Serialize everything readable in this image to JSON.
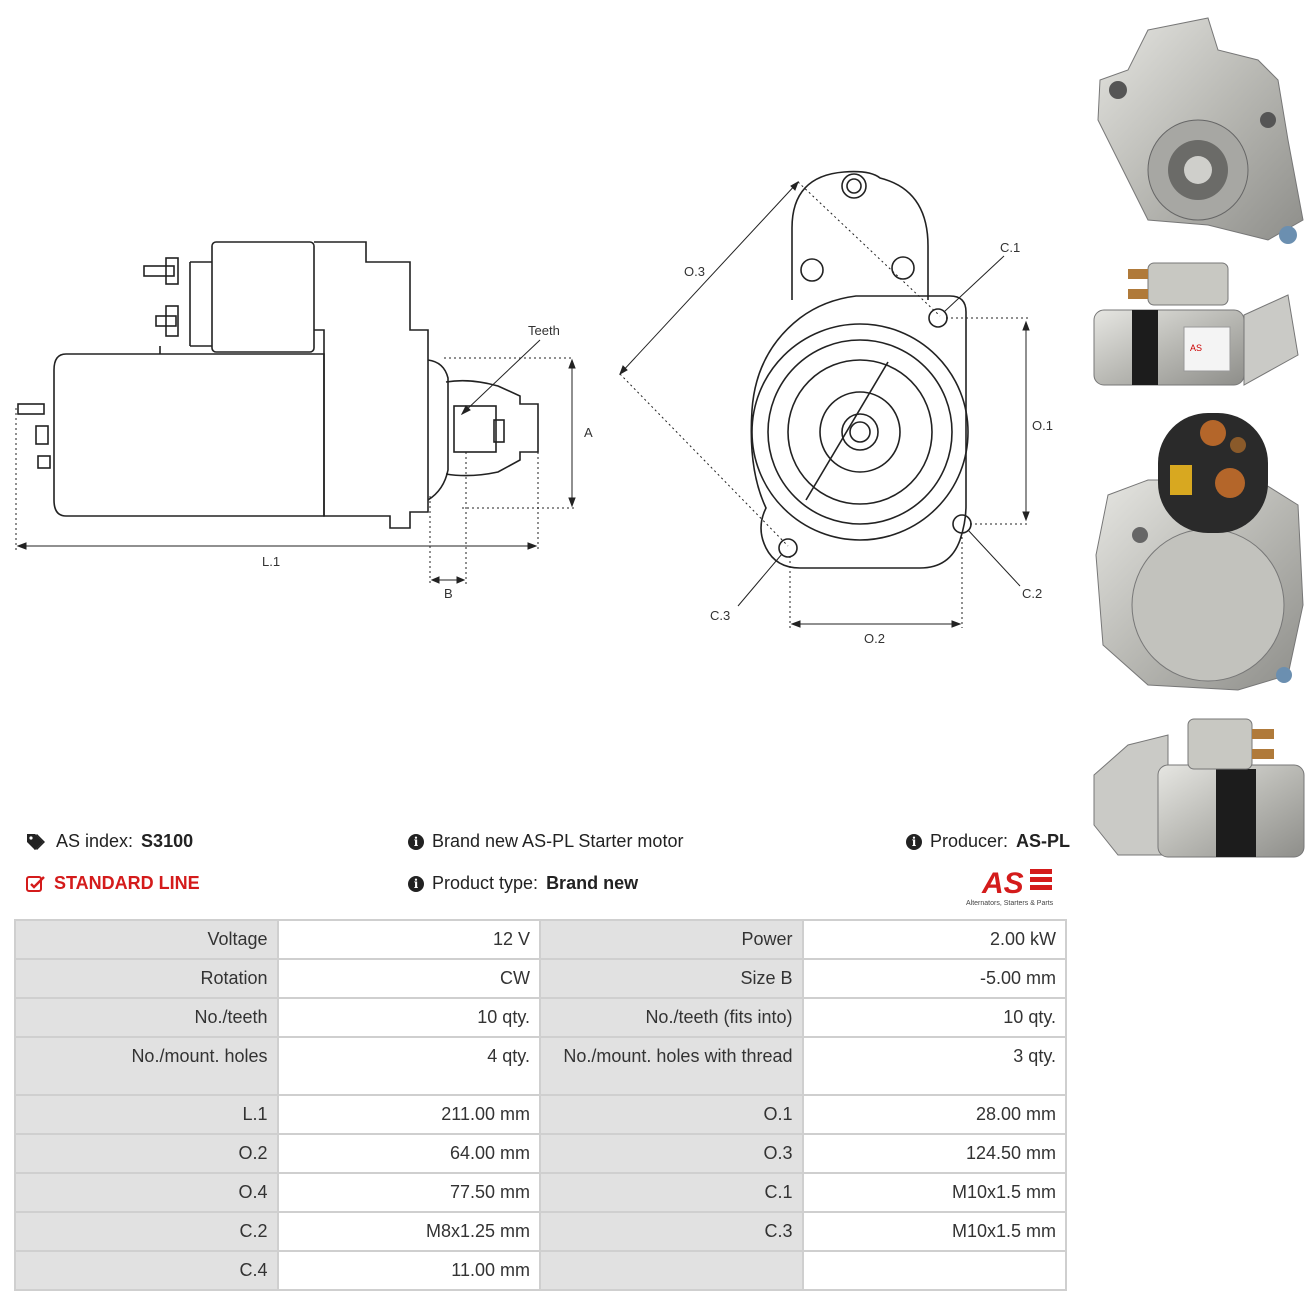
{
  "diagram": {
    "labels": {
      "teeth": "Teeth",
      "a": "A",
      "b": "B",
      "l1": "L.1",
      "o1": "O.1",
      "o2": "O.2",
      "o3": "O.3",
      "c1": "C.1",
      "c2": "C.2",
      "c3": "C.3"
    }
  },
  "photos": {
    "photo1": "front flange view",
    "photo2": "side view with label",
    "photo3": "solenoid end view",
    "photo4": "side view"
  },
  "info": {
    "as_index_label": "AS index:",
    "as_index_value": "S3100",
    "line": "STANDARD LINE",
    "brand_text": "Brand new AS-PL Starter motor",
    "product_type_label": "Product type:",
    "product_type_value": "Brand new",
    "producer_label": "Producer:",
    "producer_value": "AS-PL",
    "logo_text": "AS",
    "logo_tagline": "Alternators, Starters & Parts"
  },
  "specs": [
    [
      "Voltage",
      "12 V",
      "Power",
      "2.00 kW"
    ],
    [
      "Rotation",
      "CW",
      "Size B",
      "-5.00 mm"
    ],
    [
      "No./teeth",
      "10 qty.",
      "No./teeth (fits into)",
      "10 qty."
    ],
    [
      "No./mount. holes",
      "4 qty.",
      "No./mount. holes with thread",
      "3 qty."
    ],
    [
      "L.1",
      "211.00 mm",
      "O.1",
      "28.00 mm"
    ],
    [
      "O.2",
      "64.00 mm",
      "O.3",
      "124.50 mm"
    ],
    [
      "O.4",
      "77.50 mm",
      "C.1",
      "M10x1.5 mm"
    ],
    [
      "C.2",
      "M8x1.25 mm",
      "C.3",
      "M10x1.5 mm"
    ],
    [
      "C.4",
      "11.00 mm",
      "",
      ""
    ]
  ],
  "colors": {
    "accent_red": "#d41b1b",
    "table_label_bg": "#e1e1e1",
    "table_border": "#cfcfcf"
  }
}
